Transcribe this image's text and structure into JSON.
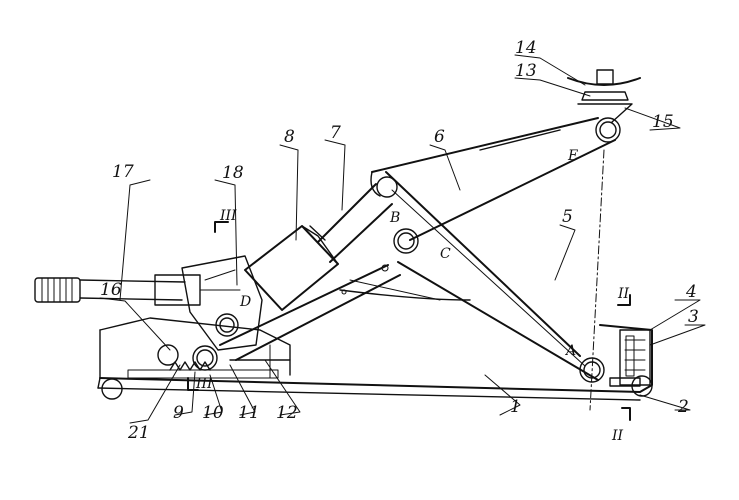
{
  "labels": {
    "n1": "1",
    "n2": "2",
    "n3": "3",
    "n4": "4",
    "n5": "5",
    "n6": "6",
    "n7": "7",
    "n8": "8",
    "n9": "9",
    "n10": "10",
    "n11": "11",
    "n12": "12",
    "n13": "13",
    "n14": "14",
    "n15": "15",
    "n16": "16",
    "n17": "17",
    "n18": "18",
    "n21": "21",
    "pA": "A",
    "pB": "B",
    "pC": "C",
    "pD": "D",
    "pE": "E",
    "sec2": "II",
    "sec3": "III"
  }
}
